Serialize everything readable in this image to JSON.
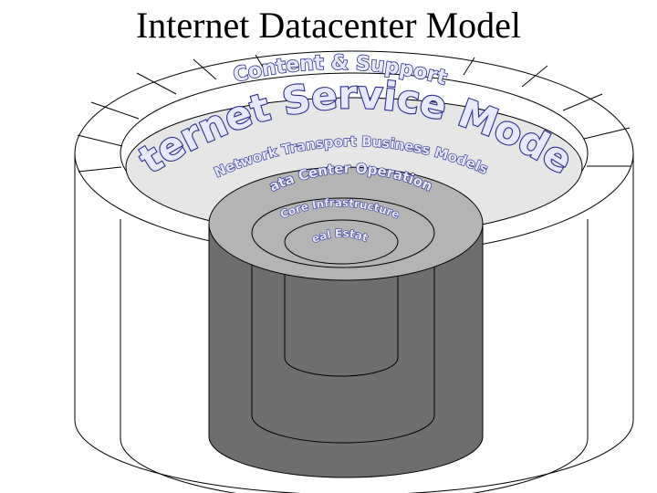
{
  "title": "Internet Datacenter Model",
  "layers": [
    {
      "id": "content-support",
      "label": "Content & Support"
    },
    {
      "id": "internet-service-models",
      "label": "Internet Service Models"
    },
    {
      "id": "network-transport",
      "label": "Network Transport Business Models"
    },
    {
      "id": "data-center-ops",
      "label": "Data Center Operations"
    },
    {
      "id": "core-infrastructure",
      "label": "Core Infrastructure"
    },
    {
      "id": "real-estate",
      "label": "Real Estate"
    }
  ],
  "colors": {
    "text_fill": "#e8e9ff",
    "text_stroke": "#2a2e8c",
    "inner_cylinder_top": "#b4b4b4",
    "inner_cylinder_body": "#6e6e6e",
    "outer_ring": "#ffffff",
    "middle_disc": "#e6e6e6"
  }
}
